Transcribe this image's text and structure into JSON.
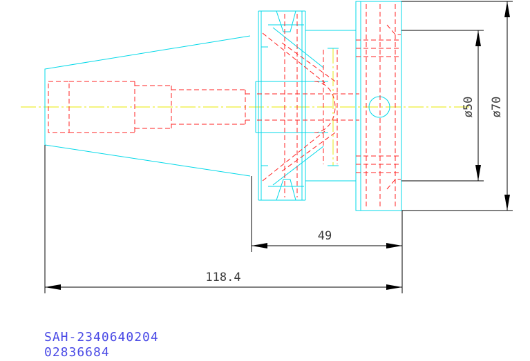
{
  "dimensions": {
    "overall_length": "118.4",
    "flange_length": "49",
    "diameter_inner": "ø50",
    "diameter_outer": "ø70"
  },
  "drawing_codes": {
    "part_number": "SAH-2340640204",
    "serial": "02836684"
  },
  "colors": {
    "outline": "#00d8e8",
    "hidden_lines": "#ff2020",
    "center_lines": "#e8e800",
    "dimensions": "#000000",
    "code_text": "#4a4ae6"
  }
}
